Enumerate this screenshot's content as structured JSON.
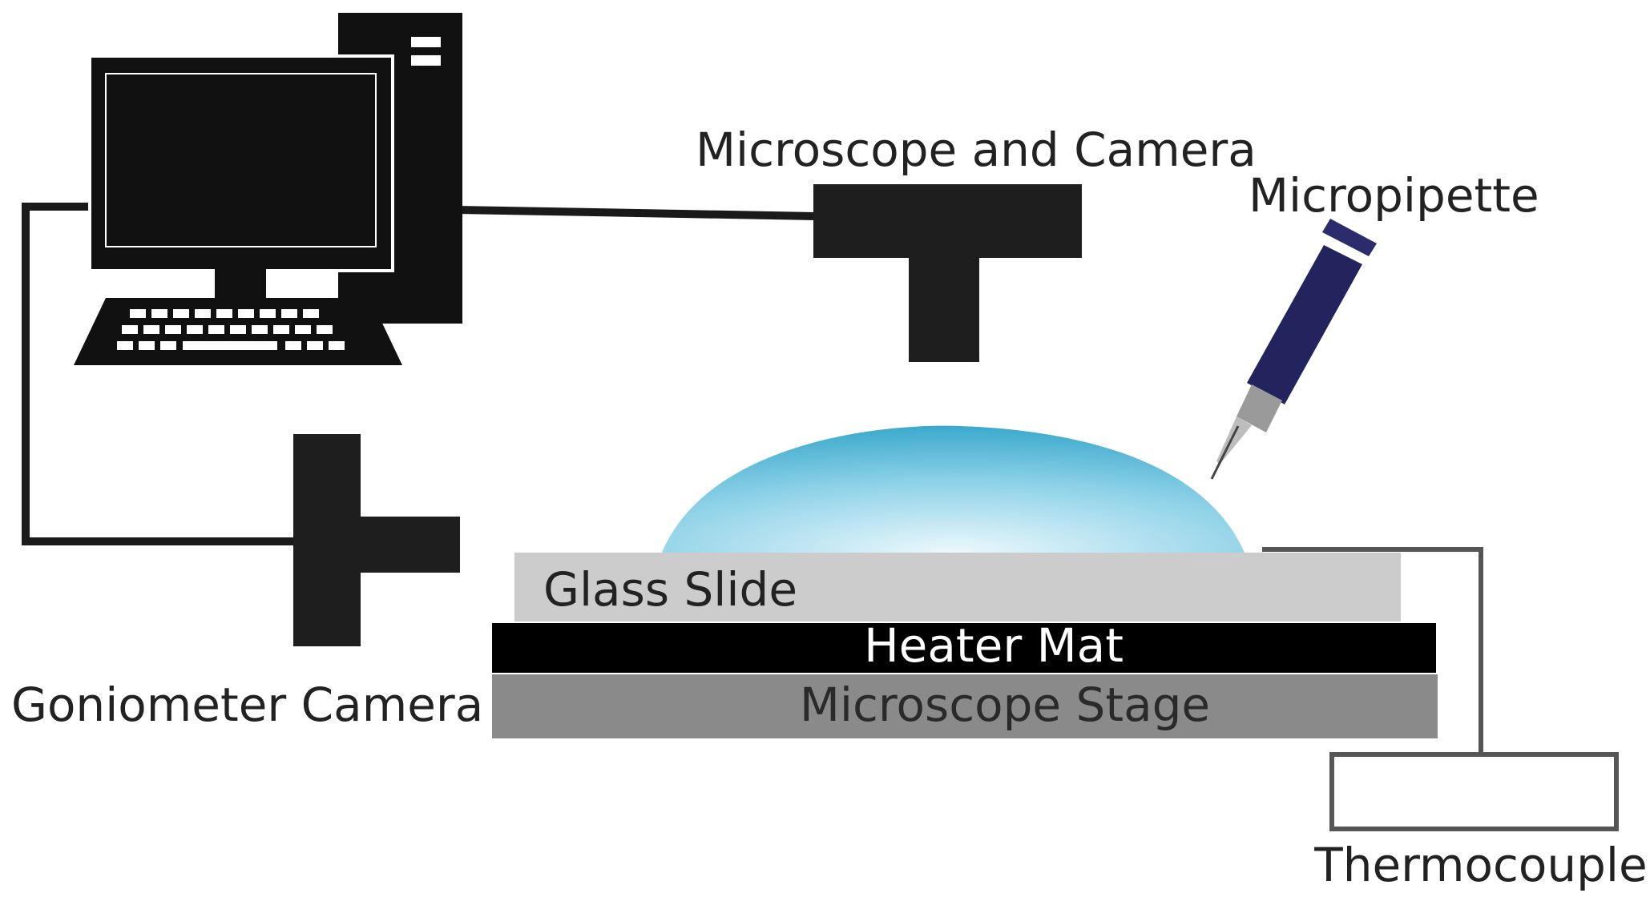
{
  "diagram": {
    "labels": {
      "microscope_camera": "Microscope and Camera",
      "micropipette": "Micropipette",
      "glass_slide": "Glass Slide",
      "heater_mat": "Heater Mat",
      "microscope_stage": "Microscope Stage",
      "goniometer_camera": "Goniometer Camera",
      "thermocouple": "Thermocouple"
    },
    "colors": {
      "black": "#111111",
      "glass_slide": "#cccccc",
      "heater_mat": "#000000",
      "microscope_stage": "#8a8a8a",
      "droplet_center": "#d8f0f8",
      "droplet_edge": "#4ab4d4",
      "micropipette_body": "#23235e",
      "micropipette_tip": "#9a9a9a",
      "thermocouple_wire": "#555555"
    }
  }
}
